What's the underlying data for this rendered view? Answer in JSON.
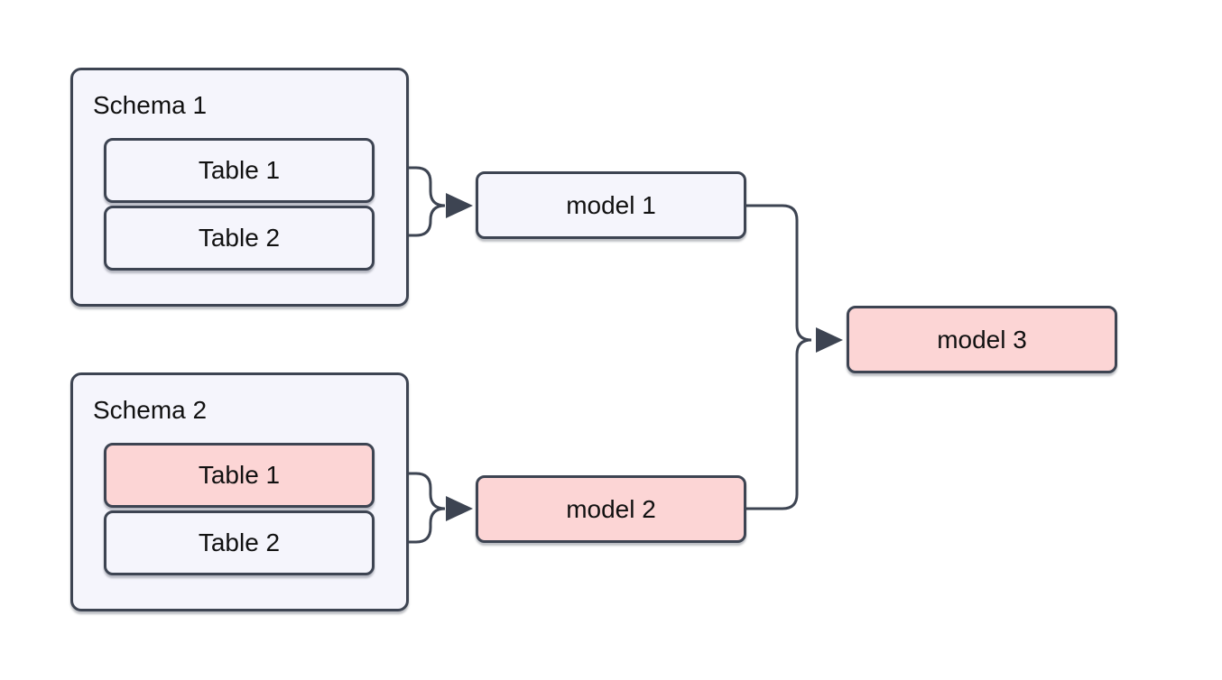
{
  "diagram": {
    "type": "data-lineage-flowchart",
    "colors": {
      "background": "#ffffff",
      "node_fill": "#f5f5fc",
      "highlight_fill": "#fcd5d5",
      "border": "#3d4452",
      "text": "#111111"
    },
    "groups": [
      {
        "id": "schema1",
        "label": "Schema 1",
        "tables": [
          {
            "id": "s1t1",
            "label": "Table 1",
            "highlighted": false
          },
          {
            "id": "s1t2",
            "label": "Table 2",
            "highlighted": false
          }
        ]
      },
      {
        "id": "schema2",
        "label": "Schema 2",
        "tables": [
          {
            "id": "s2t1",
            "label": "Table 1",
            "highlighted": true
          },
          {
            "id": "s2t2",
            "label": "Table 2",
            "highlighted": false
          }
        ]
      }
    ],
    "nodes": [
      {
        "id": "model1",
        "label": "model 1",
        "highlighted": false
      },
      {
        "id": "model2",
        "label": "model 2",
        "highlighted": true
      },
      {
        "id": "model3",
        "label": "model 3",
        "highlighted": true
      }
    ],
    "edges": [
      {
        "from": "schema1.table1",
        "to": "model1"
      },
      {
        "from": "schema1.table2",
        "to": "model1"
      },
      {
        "from": "schema2.table1",
        "to": "model2"
      },
      {
        "from": "schema2.table2",
        "to": "model2"
      },
      {
        "from": "model1",
        "to": "model3"
      },
      {
        "from": "model2",
        "to": "model3"
      }
    ]
  }
}
